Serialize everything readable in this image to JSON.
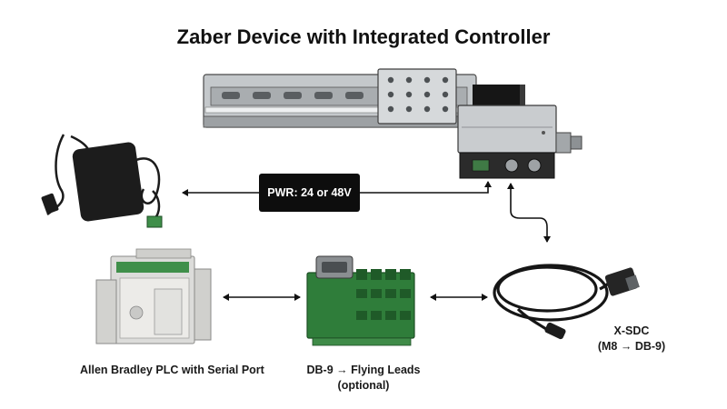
{
  "diagram": {
    "title": "Zaber Device with Integrated Controller",
    "power_label": "PWR: 24 or 48V",
    "nodes": {
      "plc_label": "Allen Bradley PLC with Serial Port",
      "db9_label_line1": "DB-9 → Flying Leads",
      "db9_label_line2": "(optional)",
      "xsdc_label_line1": "X-SDC",
      "xsdc_label_line2": "(M8 → DB-9)"
    },
    "colors": {
      "device_body": "#b8bcbf",
      "device_dark": "#2a2a2a",
      "terminal_green": "#2f7d3a",
      "plc_body": "#e4e4e2",
      "text": "#111111"
    }
  }
}
